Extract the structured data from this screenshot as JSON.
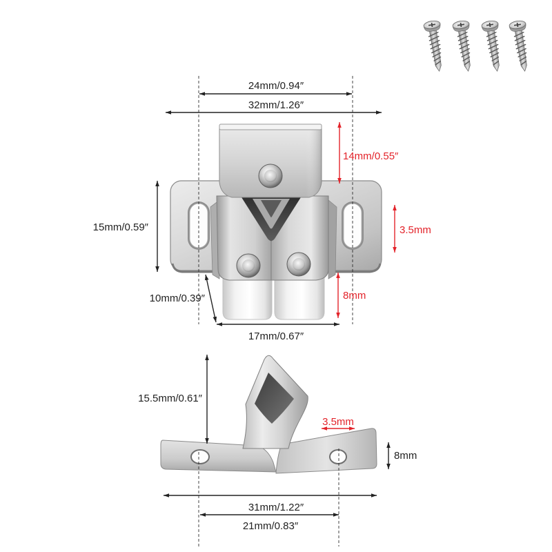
{
  "colors": {
    "dimension": "#222222",
    "highlight": "#e3232a"
  },
  "latch": {
    "inner_mount_width": "24mm/0.94″",
    "overall_width": "32mm/1.26″",
    "top_plate_height": "14mm/0.55″",
    "plate_height": "15mm/0.59″",
    "slot_size": "3.5mm",
    "roller_inset": "10mm/0.39″",
    "roller_height": "8mm",
    "roller_width": "17mm/0.67″"
  },
  "strike": {
    "height": "15.5mm/0.61″",
    "hole_size": "3.5mm",
    "plate_height": "8mm",
    "overall_width": "31mm/1.22″",
    "hole_spacing": "21mm/0.83″"
  }
}
